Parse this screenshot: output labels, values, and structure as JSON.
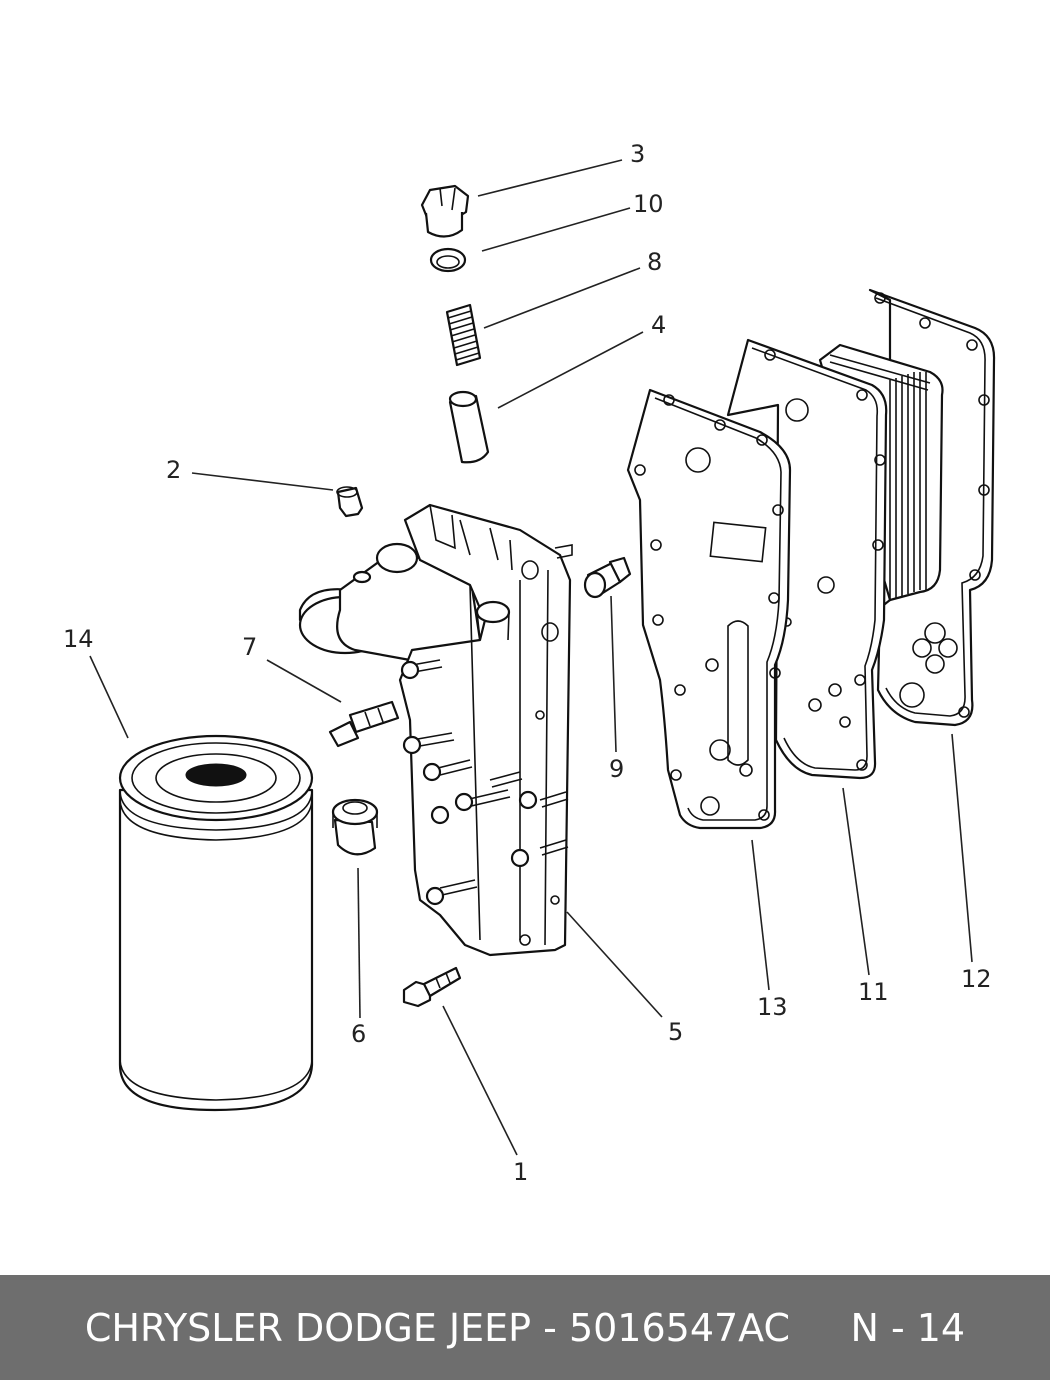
{
  "footer": {
    "text": "CHRYSLER DODGE JEEP - 5016547AC     N - 14"
  },
  "callouts": [
    "1",
    "2",
    "3",
    "4",
    "5",
    "6",
    "7",
    "8",
    "9",
    "10",
    "11",
    "12",
    "13",
    "14"
  ]
}
